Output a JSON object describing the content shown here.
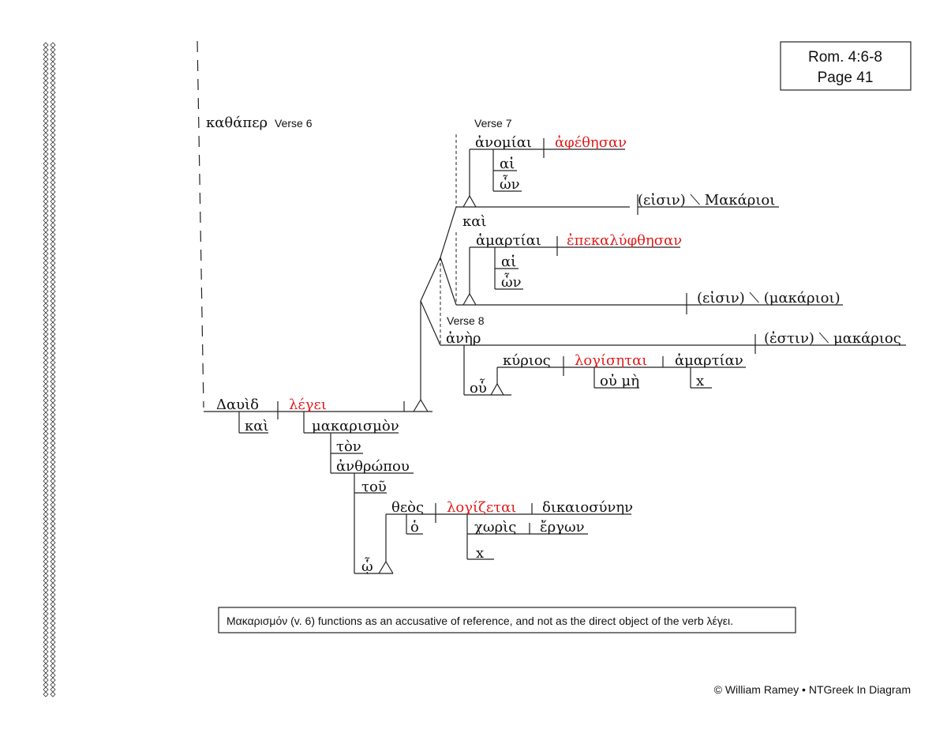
{
  "reference": {
    "line1": "Rom. 4:6-8",
    "line2": "Page 41"
  },
  "verse_labels": {
    "v6": "Verse 6",
    "v7": "Verse 7",
    "v8": "Verse 8"
  },
  "words": {
    "kathaper": "καθάπερ",
    "dauid": "Δαυὶδ",
    "legei": "λέγει",
    "kai_dauid": "καὶ",
    "makarismon": "μακαρισμὸν",
    "ton": "τὸν",
    "anthropou": "ἀνθρώπου",
    "tou": "τοῦ",
    "theos": "θεὸς",
    "ho": "ὁ",
    "logizetai": "λογίζεται",
    "dikaiosynen": "δικαιοσύνην",
    "choris": "χωρὶς",
    "ergon": "ἔργων",
    "x1": "x",
    "ho_rel": "ᾧ",
    "anomiai": "ἀνομίαι",
    "aphethesan": "ἀφέθησαν",
    "hai1": "αἱ",
    "hon1": "ὧν",
    "eisin_makarioi": "(εἰσιν) ⟍ Μακάριοι",
    "kai_mid": "καὶ",
    "hamartiai": "ἁμαρτίαι",
    "epekalyphthesan": "ἐπεκαλύφθησαν",
    "hai2": "αἱ",
    "hon2": "ὧν",
    "eisin_makarioi2": "(εἰσιν) ⟍ (μακάριοι)",
    "aner": "ἀνὴρ",
    "estin_makarios": "(ἐστιν) ⟍ μακάριος",
    "kyrios": "κύριος",
    "logisetai": "λογίσηται",
    "hamartian": "ἁμαρτίαν",
    "ou_me": "οὐ μὴ",
    "x2": "x",
    "hou": "οὗ"
  },
  "note": "Μακαρισμόν (v. 6) functions as an accusative of reference, and not as the direct object of the verb λέγει.",
  "copyright": "© William Ramey • NTGreek In Diagram",
  "colors": {
    "verb": "#e01b1b",
    "ink": "#111111"
  }
}
